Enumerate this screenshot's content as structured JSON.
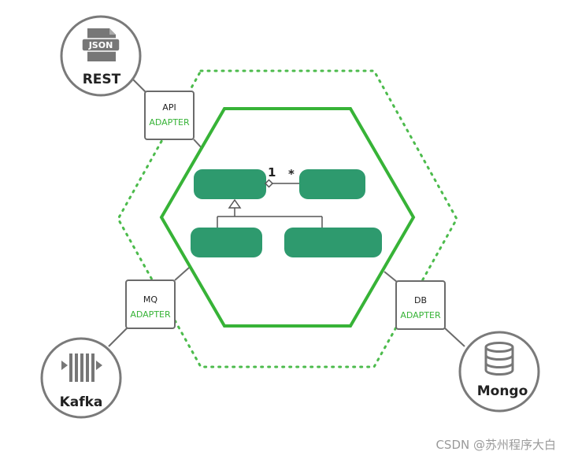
{
  "colors": {
    "accent_green": "#37b337",
    "dotted_green": "#4cbb4c",
    "entity_fill": "#2e9a6e",
    "gray_line": "#6b6b6b",
    "circle_stroke": "#7a7a7a",
    "icon_gray": "#777777"
  },
  "adapters": {
    "api": {
      "name": "API",
      "label": "ADAPTER"
    },
    "mq": {
      "name": "MQ",
      "label": "ADAPTER"
    },
    "db": {
      "name": "DB",
      "label": "ADAPTER"
    }
  },
  "clients": {
    "rest": {
      "label": "REST",
      "icon": "json-file-icon",
      "icon_text": "JSON"
    },
    "kafka": {
      "label": "Kafka",
      "icon": "kafka-icon"
    },
    "mongo": {
      "label": "Mongo",
      "icon": "database-icon"
    }
  },
  "domain": {
    "multiplicity_one": "1",
    "multiplicity_many": "*"
  },
  "watermark": "CSDN @苏州程序大白"
}
